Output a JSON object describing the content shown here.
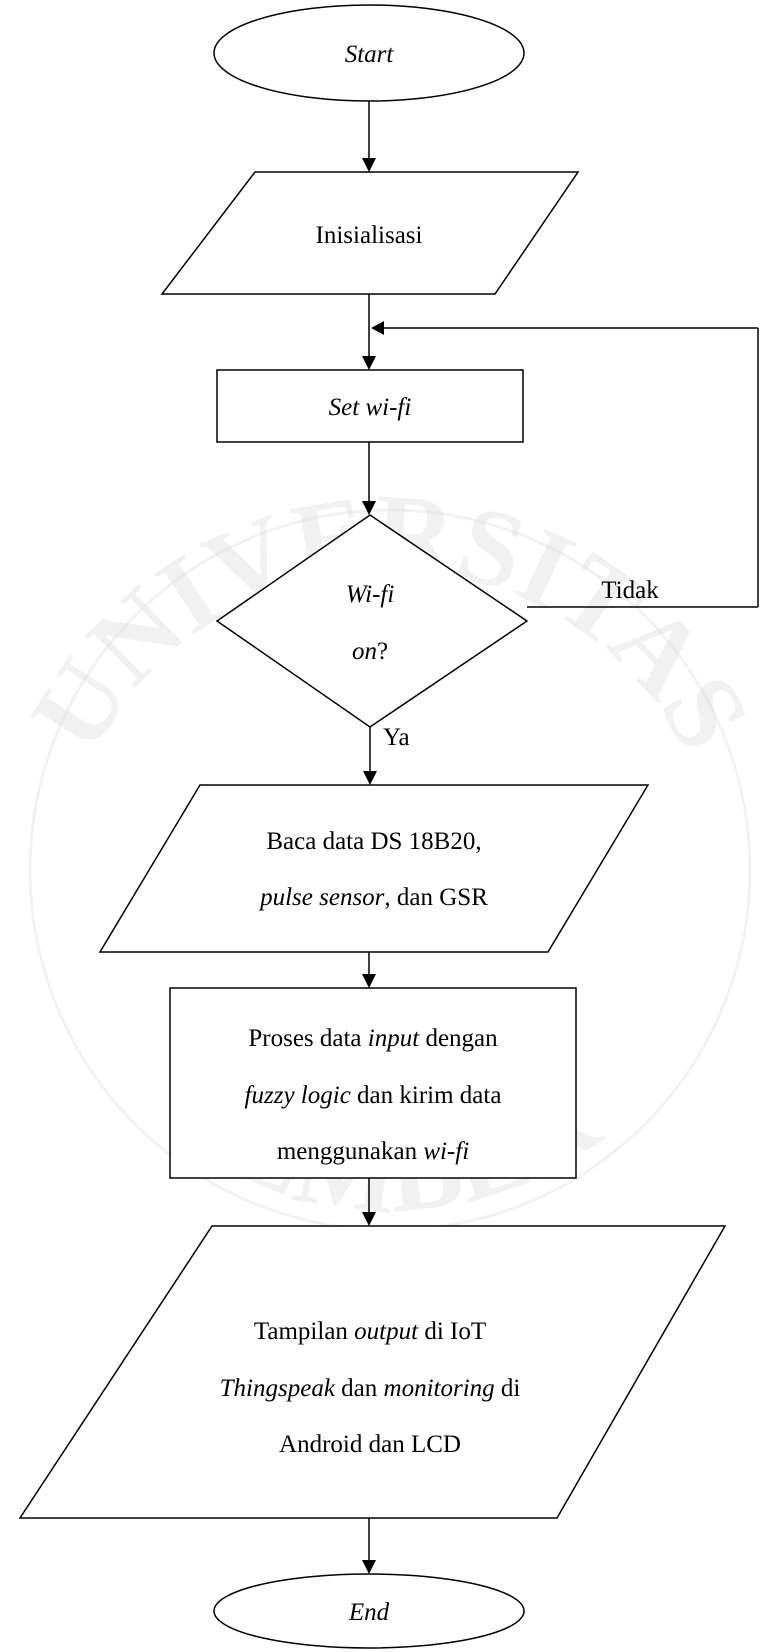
{
  "watermark": {
    "top_text": "UNIVERSITAS",
    "bottom_text": "JEMBER"
  },
  "flowchart": {
    "start": "Start",
    "init": "Inisialisasi",
    "set_wifi": "Set wi-fi",
    "decision_line1": "Wi-fi",
    "decision_line2_italic": "on",
    "decision_line2_tail": "?",
    "no_label": "Tidak",
    "yes_label": "Ya",
    "read": {
      "line1": "Baca data DS 18B20,",
      "line2_italic": "pulse sensor",
      "line2_tail": ", dan GSR"
    },
    "process": {
      "line1_a": "Proses data ",
      "line1_italic": "input",
      "line1_b": " dengan",
      "line2_italic": "fuzzy logic",
      "line2_b": " dan kirim data",
      "line3_a": "menggunakan ",
      "line3_italic": "wi-fi"
    },
    "output": {
      "line1_a": "Tampilan ",
      "line1_italic": "output",
      "line1_b": " di IoT",
      "line2_italic": "Thingspeak",
      "line2_b": " dan ",
      "line2_italic2": "monitoring",
      "line2_c": " di",
      "line3": "Android dan LCD"
    },
    "end": "End"
  }
}
